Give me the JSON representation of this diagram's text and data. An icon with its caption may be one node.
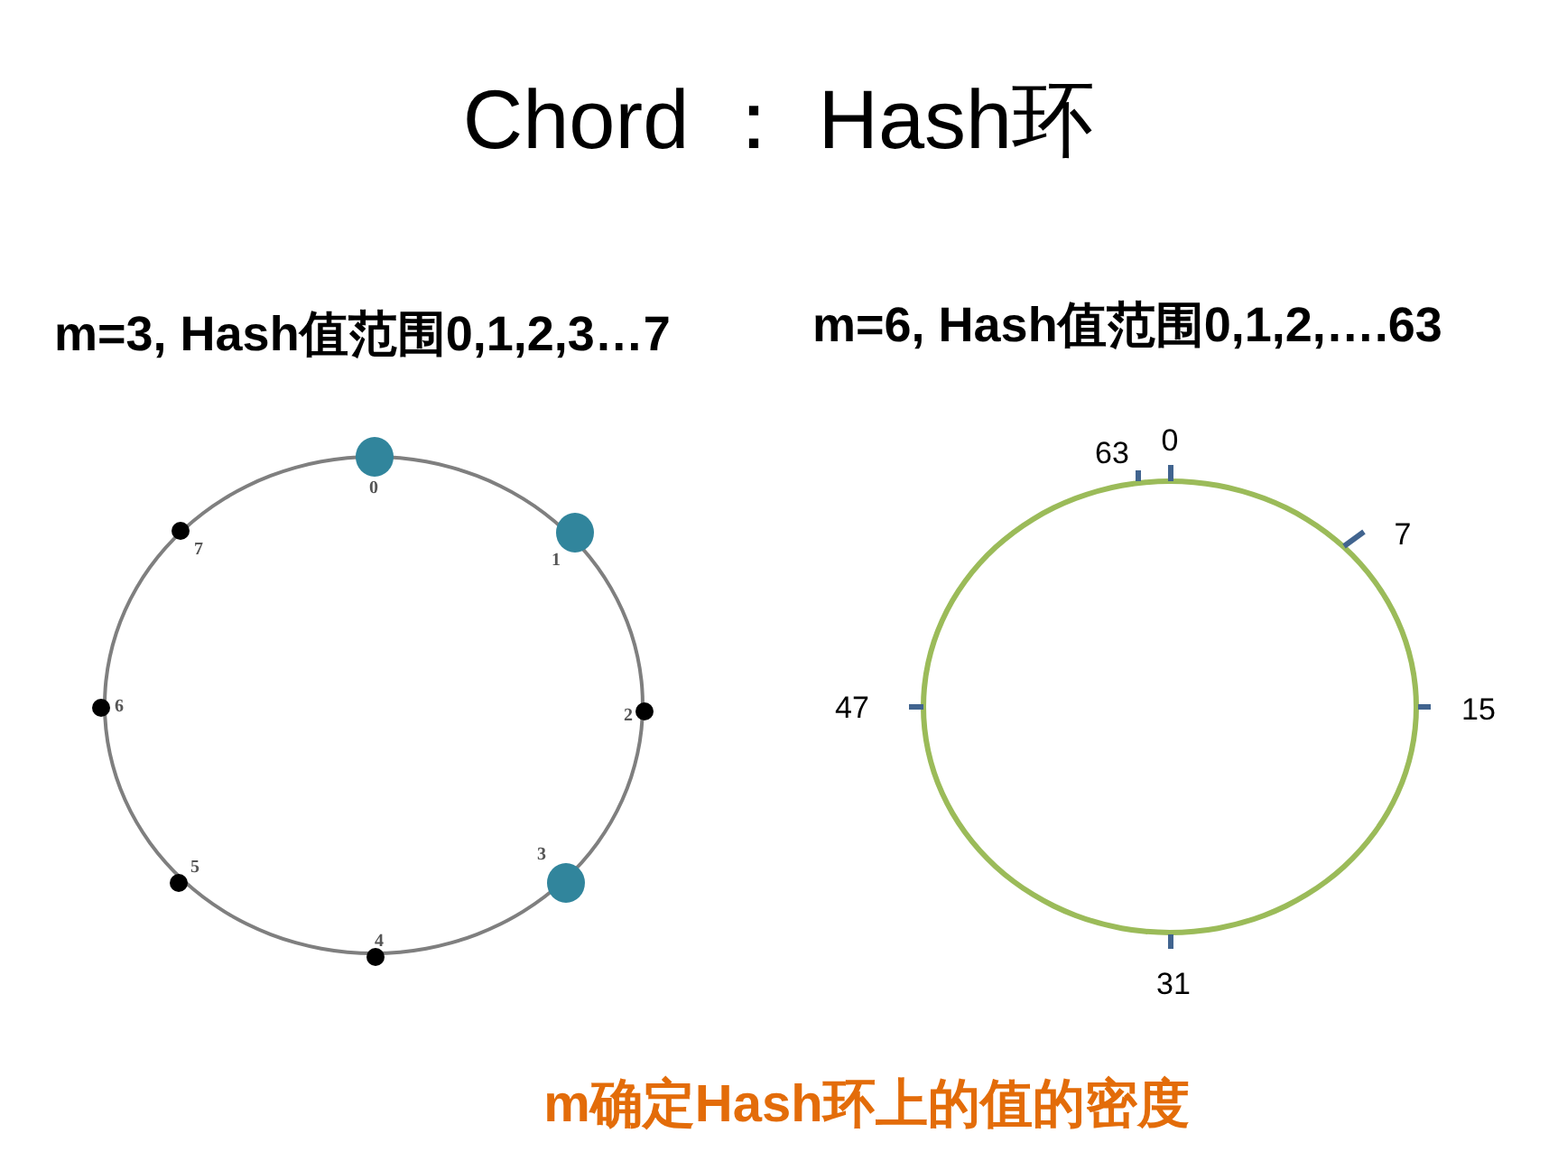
{
  "diagram": {
    "title": "Chord ： Hash环",
    "caption": "m确定Hash环上的值的密度",
    "labels": [
      "m=3, Hash值范围0,1,2,3…7",
      "m=6, Hash值范围0,1,2,….63",
      "0",
      "1",
      "2",
      "3",
      "4",
      "5",
      "6",
      "7",
      "63",
      "0",
      "7",
      "15",
      "31",
      "47"
    ]
  }
}
